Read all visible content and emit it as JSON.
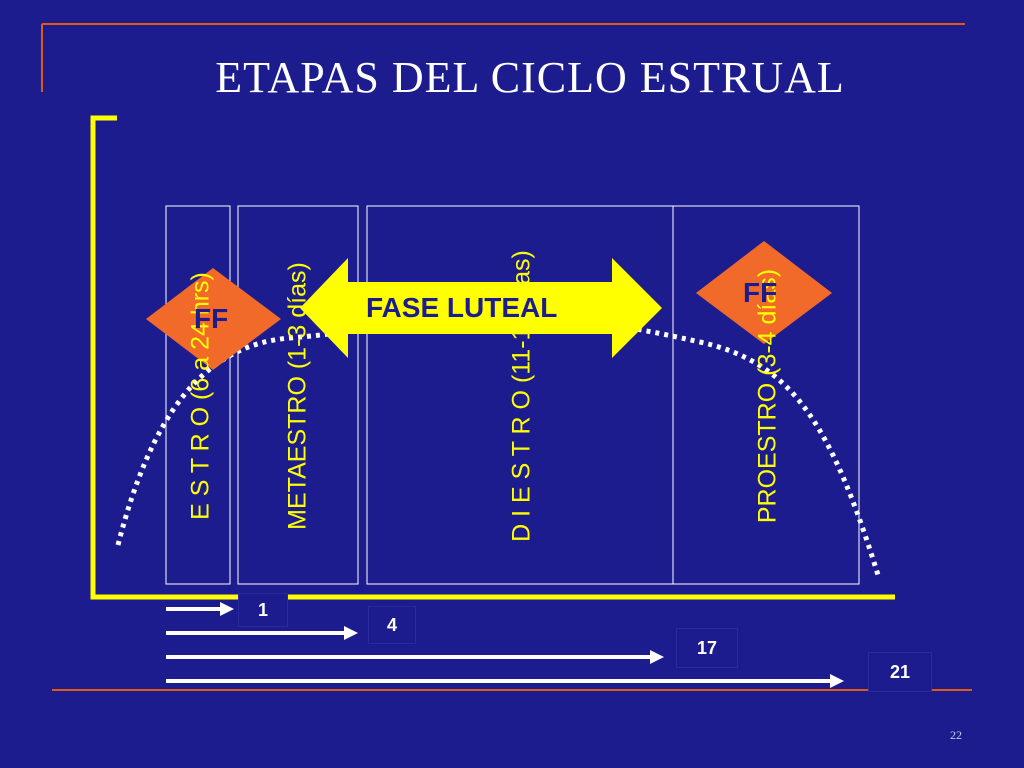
{
  "title": "ETAPAS DEL CICLO ESTRUAL",
  "stages": [
    {
      "label": "E S T R O (6 a 24 hrs)"
    },
    {
      "label": "METAESTRO (1-3 días)"
    },
    {
      "label": "D I E S T R O (11-13 días)"
    },
    {
      "label": "PROESTRO (3-4 días)"
    }
  ],
  "ff_label": "FF",
  "luteal_label": "FASE LUTEAL",
  "days": [
    "1",
    "4",
    "17",
    "21"
  ],
  "slide_number": "22",
  "colors": {
    "background": "#1c1c8e",
    "accent_line": "#e05a14",
    "frame": "#ffff00",
    "ff_diamond": "#f26a2a",
    "luteal_arrow": "#ffff00",
    "text": "#ffffff"
  }
}
